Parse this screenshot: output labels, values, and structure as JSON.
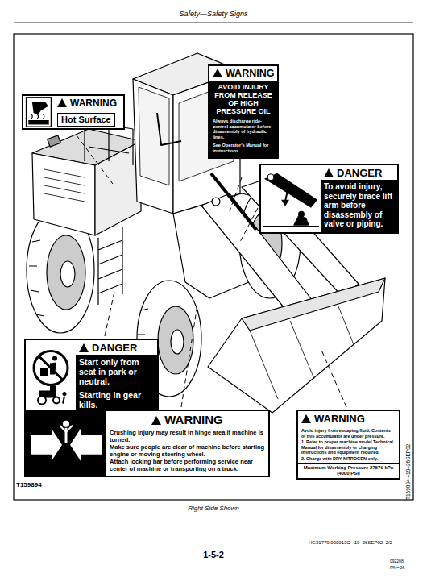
{
  "diagram": {
    "title": "Safety—Safety Signs",
    "caption": "Right Side Shown",
    "nodes": [
      {
        "text": [
          "WARNING",
          "Hot Surface"
        ]
      },
      {
        "text": [
          "WARNING",
          "AVOID INJURY FROM RELEASE OF HIGH PRESSURE OIL",
          "Always discharge ride-control accumulator before disassembly of hydraulic lines.",
          "See Operator's Manual for instructions."
        ]
      },
      {
        "text": [
          "DANGER",
          "To avoid injury, securely brace lift arm before disassembly of valve or piping."
        ]
      },
      {
        "text": [
          "DANGER",
          "Start only from seat in park or neutral.",
          "Starting in gear kills."
        ]
      },
      {
        "text": [
          "WARNING",
          "Crushing injury may result in hinge area if machine is turned.",
          "Make sure people are clear of machine before starting engine or moving steering wheel.",
          "Attach locking bar before performing service near center of machine or transporting on a truck."
        ]
      },
      {
        "text": [
          "WARNING",
          "Avoid injury from escaping fluid. Contents of this accumulator are under pressure.",
          "1. Refer to proper machine model Technical Manual for disassembly or charging instructions and equipment required.",
          "2. Charge with DRY NITROGEN only.",
          "Maximum Working Pressure 27579 kPa (4000 PSI)"
        ]
      }
    ],
    "labels": [
      "T159894",
      "T159894 –19–26SEP02",
      "HG31779,000013C –19–26SEP02–2/2",
      "1-5-2",
      "092208",
      "PN=26"
    ]
  }
}
